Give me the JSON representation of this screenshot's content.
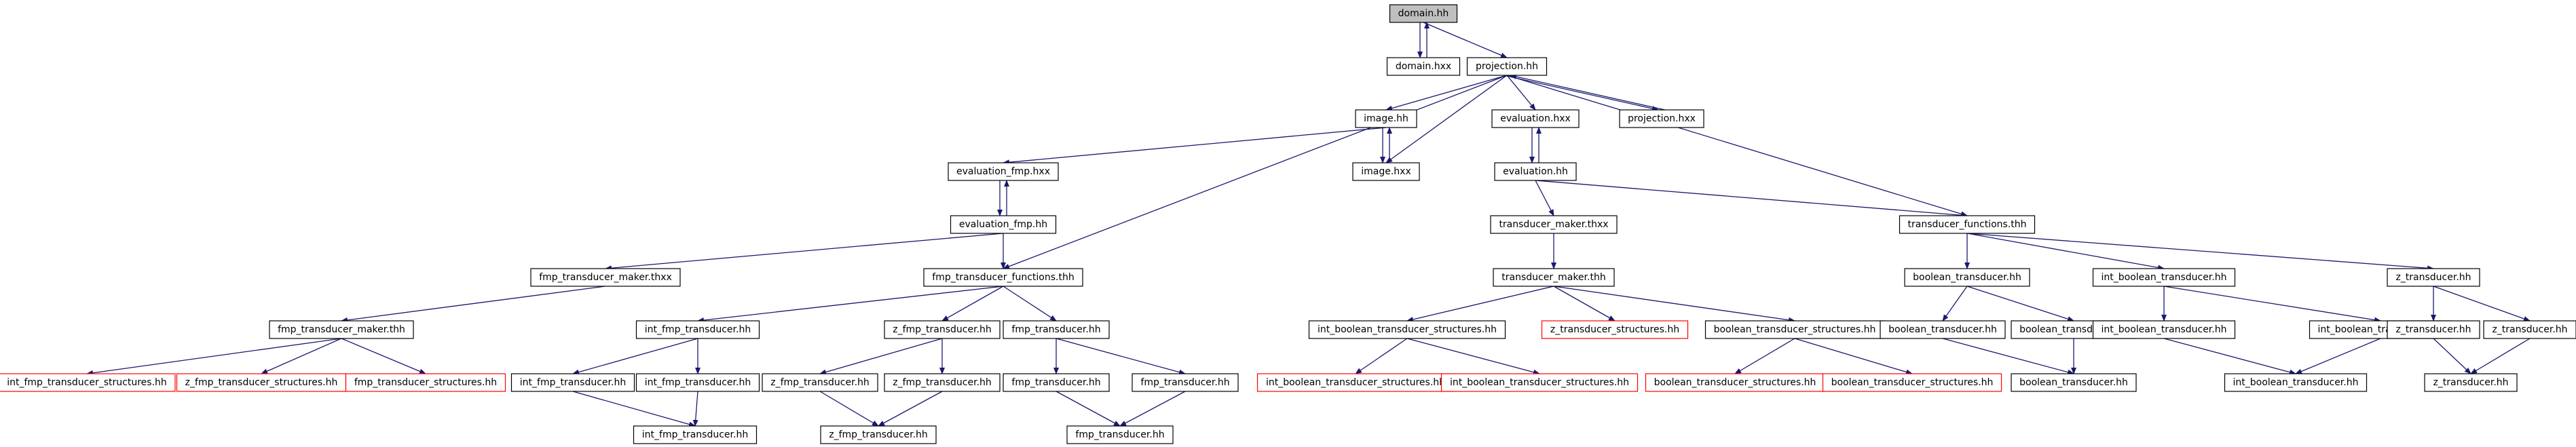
{
  "colors": {
    "edge": "#191970",
    "node_border": "#000000",
    "missing_border": "#ff0000",
    "root_fill": "#bfbfbf",
    "node_fill": "#ffffff"
  },
  "diagram": {
    "nodes": [
      {
        "id": "n0",
        "label": "domain.hh",
        "kind": "root"
      },
      {
        "id": "n1",
        "label": "domain.hxx",
        "kind": "normal"
      },
      {
        "id": "n2",
        "label": "projection.hh",
        "kind": "normal"
      },
      {
        "id": "n3",
        "label": "image.hh",
        "kind": "normal"
      },
      {
        "id": "n4",
        "label": "evaluation.hxx",
        "kind": "normal"
      },
      {
        "id": "n5",
        "label": "projection.hxx",
        "kind": "normal"
      },
      {
        "id": "n6",
        "label": "evaluation_fmp.hxx",
        "kind": "normal"
      },
      {
        "id": "n7",
        "label": "image.hxx",
        "kind": "normal"
      },
      {
        "id": "n8",
        "label": "evaluation.hh",
        "kind": "normal"
      },
      {
        "id": "n9",
        "label": "evaluation_fmp.hh",
        "kind": "normal"
      },
      {
        "id": "n10",
        "label": "transducer_maker.thxx",
        "kind": "normal"
      },
      {
        "id": "n11",
        "label": "transducer_functions.thh",
        "kind": "normal"
      },
      {
        "id": "n12",
        "label": "fmp_transducer_maker.thxx",
        "kind": "normal"
      },
      {
        "id": "n13",
        "label": "fmp_transducer_functions.thh",
        "kind": "normal"
      },
      {
        "id": "n14",
        "label": "transducer_maker.thh",
        "kind": "normal"
      },
      {
        "id": "n15",
        "label": "boolean_transducer.hh",
        "kind": "normal"
      },
      {
        "id": "n16",
        "label": "int_boolean_transducer.hh",
        "kind": "normal"
      },
      {
        "id": "n17",
        "label": "z_transducer.hh",
        "kind": "normal"
      },
      {
        "id": "n18",
        "label": "fmp_transducer_maker.thh",
        "kind": "normal"
      },
      {
        "id": "n19",
        "label": "int_fmp_transducer.hh",
        "kind": "normal"
      },
      {
        "id": "n20",
        "label": "z_fmp_transducer.hh",
        "kind": "normal"
      },
      {
        "id": "n21",
        "label": "fmp_transducer.hh",
        "kind": "normal"
      },
      {
        "id": "n22",
        "label": "int_boolean_transducer_structures.hh",
        "kind": "normal"
      },
      {
        "id": "n23",
        "label": "z_transducer_structures.hh",
        "kind": "missing"
      },
      {
        "id": "n24",
        "label": "boolean_transducer_structures.hh",
        "kind": "normal"
      },
      {
        "id": "n25",
        "label": "boolean_transducer.hh",
        "kind": "normal"
      },
      {
        "id": "n26",
        "label": "boolean_transducer.hh",
        "kind": "normal"
      },
      {
        "id": "n27",
        "label": "int_boolean_transducer.hh",
        "kind": "normal"
      },
      {
        "id": "n28",
        "label": "int_boolean_transducer.hh",
        "kind": "normal"
      },
      {
        "id": "n29",
        "label": "z_transducer.hh",
        "kind": "normal"
      },
      {
        "id": "n30",
        "label": "z_transducer.hh",
        "kind": "normal"
      },
      {
        "id": "n31",
        "label": "int_fmp_transducer_structures.hh",
        "kind": "missing"
      },
      {
        "id": "n32",
        "label": "z_fmp_transducer_structures.hh",
        "kind": "missing"
      },
      {
        "id": "n33",
        "label": "fmp_transducer_structures.hh",
        "kind": "missing"
      },
      {
        "id": "n34",
        "label": "int_fmp_transducer.hh",
        "kind": "normal"
      },
      {
        "id": "n35",
        "label": "int_fmp_transducer.hh",
        "kind": "normal"
      },
      {
        "id": "n36",
        "label": "z_fmp_transducer.hh",
        "kind": "normal"
      },
      {
        "id": "n37",
        "label": "z_fmp_transducer.hh",
        "kind": "normal"
      },
      {
        "id": "n38",
        "label": "fmp_transducer.hh",
        "kind": "normal"
      },
      {
        "id": "n39",
        "label": "fmp_transducer.hh",
        "kind": "normal"
      },
      {
        "id": "n40",
        "label": "int_boolean_transducer_structures.hh",
        "kind": "missing"
      },
      {
        "id": "n41",
        "label": "int_boolean_transducer_structures.hh",
        "kind": "missing"
      },
      {
        "id": "n42",
        "label": "boolean_transducer_structures.hh",
        "kind": "missing"
      },
      {
        "id": "n43",
        "label": "boolean_transducer_structures.hh",
        "kind": "missing"
      },
      {
        "id": "n44",
        "label": "boolean_transducer.hh",
        "kind": "normal"
      },
      {
        "id": "n45",
        "label": "int_boolean_transducer.hh",
        "kind": "normal"
      },
      {
        "id": "n46",
        "label": "z_transducer.hh",
        "kind": "normal"
      },
      {
        "id": "n47",
        "label": "int_fmp_transducer.hh",
        "kind": "normal"
      },
      {
        "id": "n48",
        "label": "z_fmp_transducer.hh",
        "kind": "normal"
      },
      {
        "id": "n49",
        "label": "fmp_transducer.hh",
        "kind": "normal"
      }
    ],
    "edges": [
      [
        "n0",
        "n1"
      ],
      [
        "n1",
        "n0"
      ],
      [
        "n0",
        "n2"
      ],
      [
        "n2",
        "n3"
      ],
      [
        "n2",
        "n4"
      ],
      [
        "n2",
        "n5"
      ],
      [
        "n5",
        "n2"
      ],
      [
        "n2",
        "n7"
      ],
      [
        "n2",
        "n11"
      ],
      [
        "n2",
        "n13"
      ],
      [
        "n3",
        "n6"
      ],
      [
        "n3",
        "n7"
      ],
      [
        "n7",
        "n3"
      ],
      [
        "n4",
        "n8"
      ],
      [
        "n8",
        "n4"
      ],
      [
        "n6",
        "n9"
      ],
      [
        "n9",
        "n6"
      ],
      [
        "n8",
        "n10"
      ],
      [
        "n8",
        "n11"
      ],
      [
        "n9",
        "n12"
      ],
      [
        "n9",
        "n13"
      ],
      [
        "n10",
        "n14"
      ],
      [
        "n11",
        "n15"
      ],
      [
        "n11",
        "n16"
      ],
      [
        "n11",
        "n17"
      ],
      [
        "n12",
        "n18"
      ],
      [
        "n13",
        "n19"
      ],
      [
        "n13",
        "n20"
      ],
      [
        "n13",
        "n21"
      ],
      [
        "n14",
        "n22"
      ],
      [
        "n14",
        "n23"
      ],
      [
        "n14",
        "n24"
      ],
      [
        "n15",
        "n25"
      ],
      [
        "n15",
        "n26"
      ],
      [
        "n16",
        "n27"
      ],
      [
        "n16",
        "n28"
      ],
      [
        "n17",
        "n29"
      ],
      [
        "n17",
        "n30"
      ],
      [
        "n18",
        "n31"
      ],
      [
        "n18",
        "n32"
      ],
      [
        "n18",
        "n33"
      ],
      [
        "n19",
        "n34"
      ],
      [
        "n19",
        "n35"
      ],
      [
        "n20",
        "n36"
      ],
      [
        "n20",
        "n37"
      ],
      [
        "n21",
        "n38"
      ],
      [
        "n21",
        "n39"
      ],
      [
        "n22",
        "n40"
      ],
      [
        "n22",
        "n41"
      ],
      [
        "n24",
        "n42"
      ],
      [
        "n24",
        "n43"
      ],
      [
        "n25",
        "n44"
      ],
      [
        "n26",
        "n44"
      ],
      [
        "n27",
        "n45"
      ],
      [
        "n28",
        "n45"
      ],
      [
        "n29",
        "n46"
      ],
      [
        "n30",
        "n46"
      ],
      [
        "n34",
        "n47"
      ],
      [
        "n35",
        "n47"
      ],
      [
        "n36",
        "n48"
      ],
      [
        "n37",
        "n48"
      ],
      [
        "n38",
        "n49"
      ],
      [
        "n39",
        "n49"
      ]
    ]
  }
}
